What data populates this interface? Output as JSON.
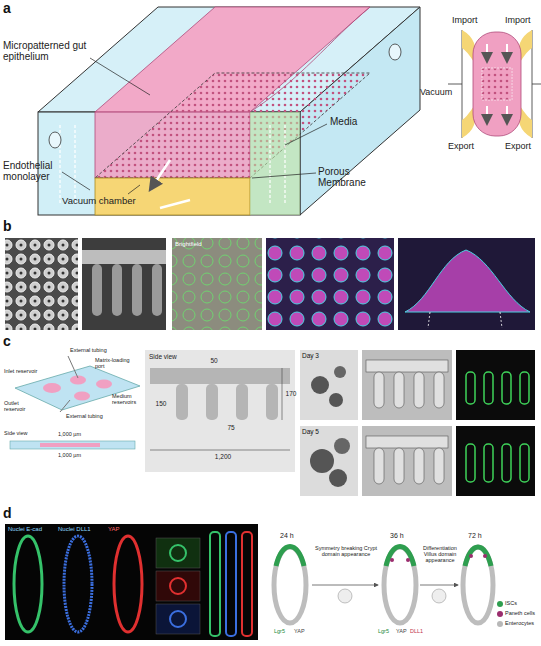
{
  "diagram": {
    "labels": [
      "a",
      "Micropatterned gut epithelium",
      "Endothelial monolayer",
      "Vacuum chamber",
      "Media",
      "Porous Membrane",
      "Import",
      "Import",
      "Vacuum",
      "Export",
      "Export",
      "b",
      "Brightfield",
      "c",
      "External tubing",
      "Matrix-loading port",
      "Inlet reservoir",
      "Medium reservoirs",
      "Outlet reservoir",
      "External tubing",
      "Side view",
      "1,000 µm",
      "1,000 µm",
      "Side view",
      "50",
      "170",
      "150",
      "75",
      "1,200",
      "Day 3",
      "Day 5",
      "d",
      "Nuclei E-cad",
      "Nuclei DLL1",
      "YAP",
      "24 h",
      "Symmetry breaking Crypt domain appearance",
      "36 h",
      "Differentiation Villus domain appearance",
      "72 h",
      "Lgr5",
      "YAP",
      "Lgr5",
      "YAP",
      "DLL1"
    ],
    "legend": [
      {
        "text": "ISCs",
        "color": "#2e9e4f"
      },
      {
        "text": "Paneth cells",
        "color": "#9b2d6e"
      },
      {
        "text": "Enterocytes",
        "color": "#b8b8b8"
      }
    ]
  }
}
